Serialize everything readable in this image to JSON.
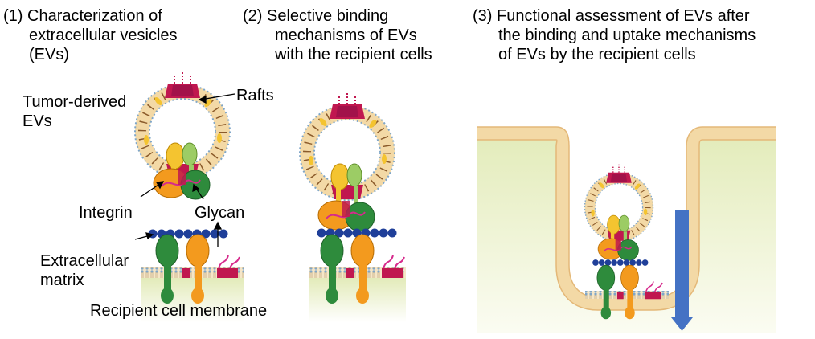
{
  "panels": [
    {
      "heading_lines": [
        "(1) Characterization of",
        "extracellular vesicles",
        "(EVs)"
      ]
    },
    {
      "heading_lines": [
        "(2) Selective binding",
        "mechanisms of EVs",
        "with the recipient cells"
      ]
    },
    {
      "heading_lines": [
        "(3) Functional assessment of EVs after",
        "the binding and uptake mechanisms",
        "of EVs by the recipient cells"
      ]
    }
  ],
  "labels": {
    "tumor_evs_line1": "Tumor-derived",
    "tumor_evs_line2": "EVs",
    "rafts": "Rafts",
    "integrin": "Integrin",
    "glycan": "Glycan",
    "ecm_line1": "Extracellular",
    "ecm_line2": "matrix",
    "membrane": "Recipient cell membrane"
  },
  "colors": {
    "membrane_fill": "#f3d9a6",
    "cytoplasm": "#eef3d4",
    "arrow": "#4472c4",
    "integrin_orange": "#f39a1e",
    "integrin_green": "#2e8b3c",
    "raft": "#c0174f",
    "matrix_bead": "#1f3f99",
    "glycan": "#d62a8c"
  }
}
